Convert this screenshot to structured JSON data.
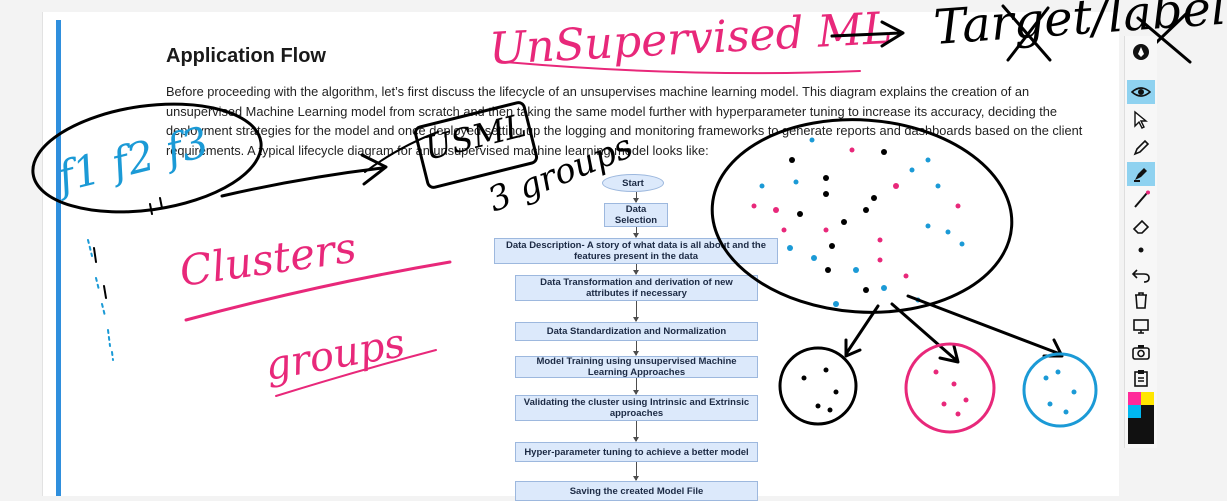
{
  "document": {
    "title": "Application Flow",
    "paragraph": "Before proceeding with the algorithm, let’s first discuss the lifecycle of an unsupervises machine learning model. This diagram explains the creation of an unsupervised Machine Learning model from scratch and then taking the same model further with hyperparameter tuning to increase its accuracy, deciding the deployment strategies for the model and once deployed setting up the logging and monitoring frameworks to generate reports and dashboards based on the client requirements. A typical lifecycle diagram for an unsupervised machine learning model looks like:"
  },
  "flowchart": {
    "start": "Start",
    "steps": [
      "Data Selection",
      "Data Description- A story of what data is all about and the features present in the data",
      "Data Transformation and derivation of new attributes if necessary",
      "Data Standardization and Normalization",
      "Model Training using unsupervised Machine Learning Approaches",
      "Validating the cluster using Intrinsic and Extrinsic approaches",
      "Hyper-parameter tuning to achieve a better model",
      "Saving the created Model File"
    ]
  },
  "annotations": {
    "unsupervised_ml": "UnSupervised ML",
    "target_label": "Target/label",
    "usml": "USML",
    "three_groups": "3 groups",
    "features": "f1 f2 f3",
    "clusters": "Clusters",
    "groups": "groups"
  },
  "toolbar": {
    "tools": [
      "logo-icon",
      "eye-icon",
      "cursor-icon",
      "pen-icon",
      "highlighter-icon",
      "line-icon",
      "eraser-icon",
      "dot-icon",
      "undo-icon",
      "trash-icon",
      "screen-icon",
      "camera-icon",
      "clipboard-icon"
    ],
    "active_tool": "highlighter-icon",
    "swatch_colors": [
      "#ff2a9a",
      "#ffe600",
      "#00b7f0",
      "#111111"
    ]
  },
  "colors": {
    "ink_pink": "#e8287a",
    "ink_blue": "#1b9ad6",
    "ink_black": "#000000",
    "flow_box": "#dce9fb",
    "accent_bar": "#2f8fdd"
  }
}
